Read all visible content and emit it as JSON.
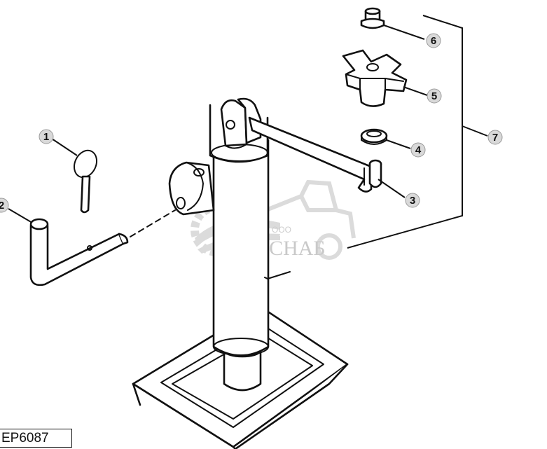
{
  "figure": {
    "id_label": "EP6087",
    "watermark": {
      "prefix": "ООО",
      "name": "АГРОСНАБ"
    },
    "callouts": [
      {
        "num": "1"
      },
      {
        "num": "2"
      },
      {
        "num": "3"
      },
      {
        "num": "4"
      },
      {
        "num": "5"
      },
      {
        "num": "6"
      },
      {
        "num": "7"
      }
    ],
    "colors": {
      "ink": "#111111",
      "callout_fill": "#d9d9d9",
      "watermark": "#cfcfcf"
    }
  }
}
